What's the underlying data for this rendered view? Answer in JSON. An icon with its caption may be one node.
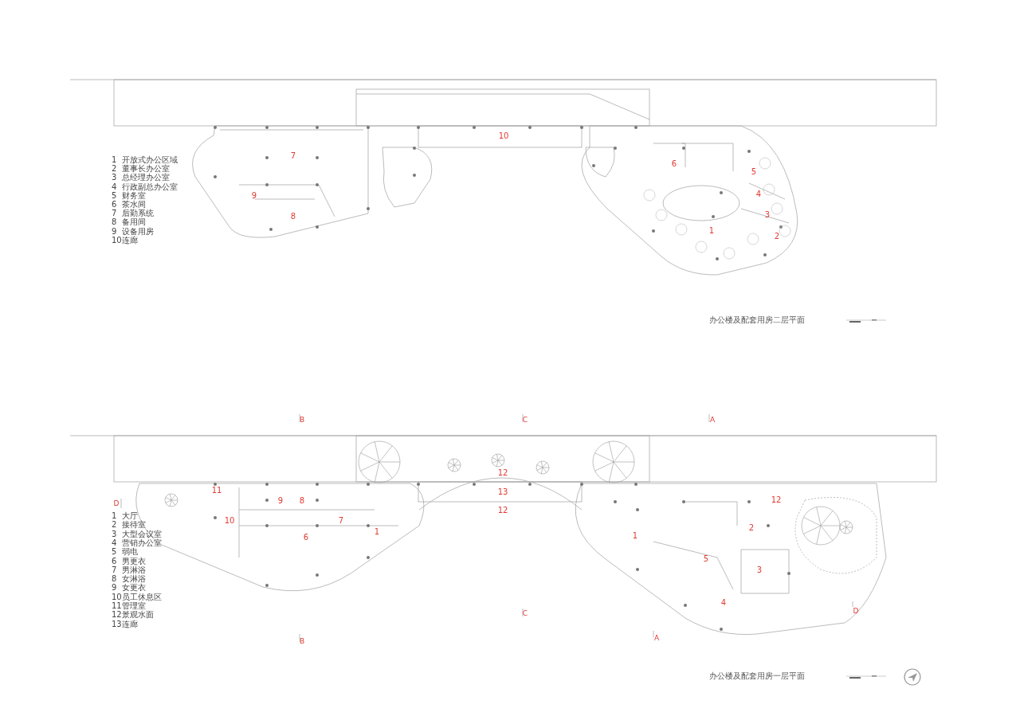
{
  "diagram": {
    "labels": [
      "1",
      "开放式办公区域",
      "2",
      "董事长办公室",
      "3",
      "总经理办公室",
      "4",
      "行政副总办公室",
      "5",
      "财务室",
      "6",
      "茶水间",
      "7",
      "后勤系统",
      "8",
      "备用间",
      "9",
      "设备用房",
      "10",
      "连廊",
      "10",
      "7",
      "9",
      "8",
      "6",
      "5",
      "4",
      "3",
      "2",
      "1",
      "办公楼及配套用房二层平面",
      "B",
      "C",
      "A",
      "1",
      "大厅",
      "2",
      "接待室",
      "3",
      "大型会议室",
      "4",
      "营销办公室",
      "5",
      "弱电",
      "6",
      "男更衣",
      "7",
      "男淋浴",
      "8",
      "女淋浴",
      "9",
      "女更衣",
      "10",
      "员工休息区",
      "11",
      "管理室",
      "12",
      "景观水面",
      "13",
      "连廊",
      "11",
      "9",
      "8",
      "10",
      "7",
      "6",
      "1",
      "12",
      "13",
      "12",
      "1",
      "12",
      "2",
      "5",
      "3",
      "4",
      "D",
      "D",
      "C",
      "A",
      "B",
      "办公楼及配套用房一层平面"
    ]
  }
}
